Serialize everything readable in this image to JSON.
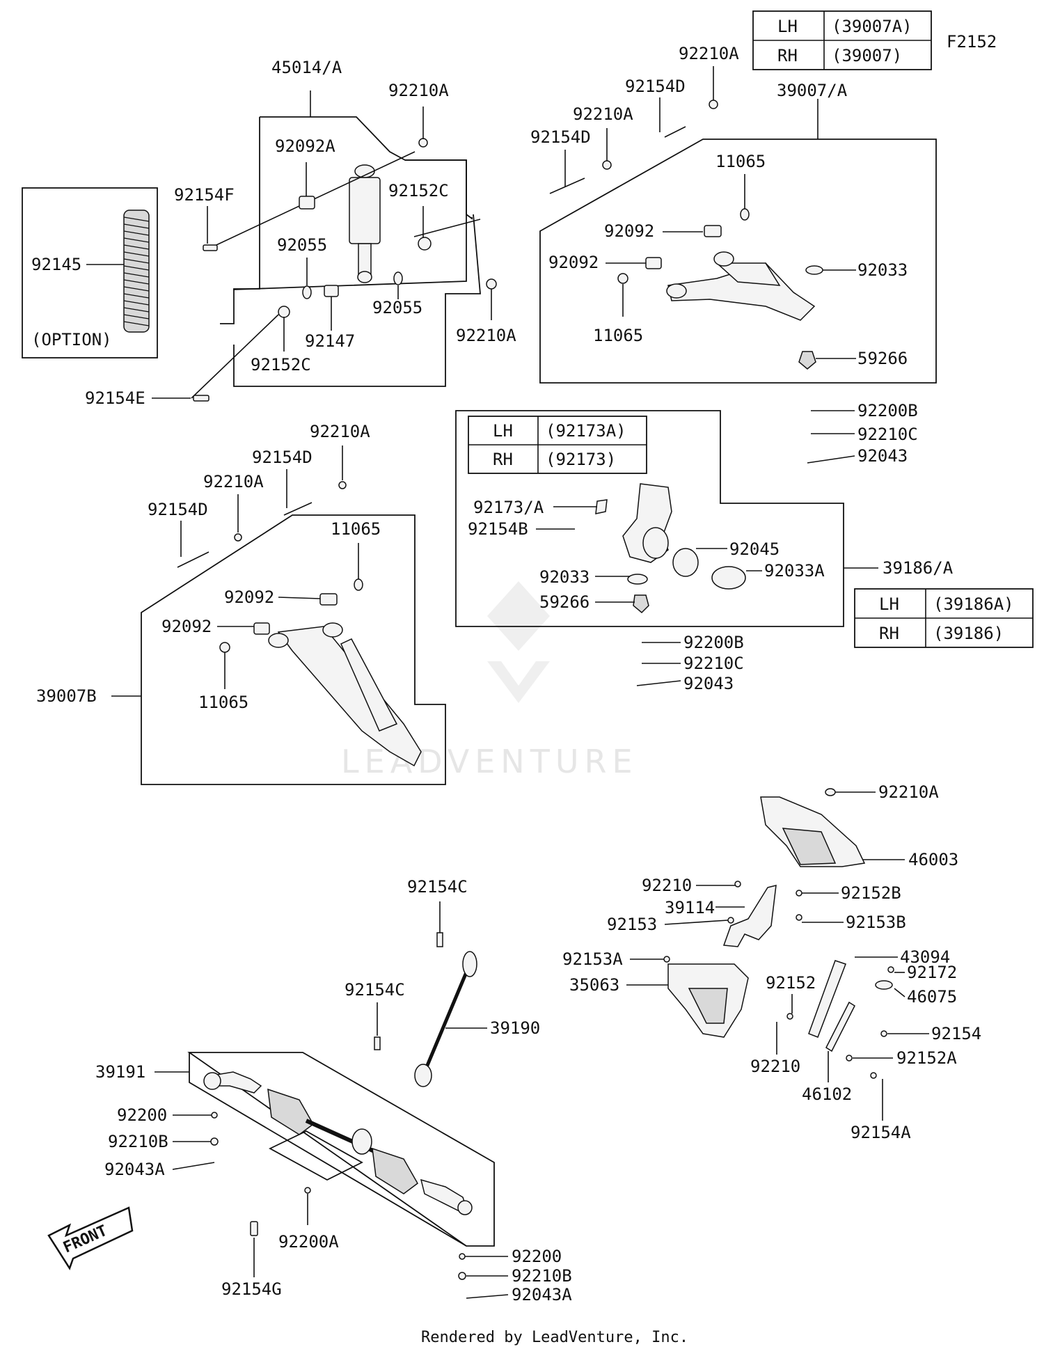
{
  "diagram_code": "F2152",
  "watermark": "LEADVENTURE",
  "footer": "Rendered by LeadVenture, Inc.",
  "front_label": "FRONT",
  "option_label": "(OPTION)",
  "tables": {
    "arm": {
      "lh_label": "LH",
      "lh_value": "(39007A)",
      "rh_label": "RH",
      "rh_value": "(39007)"
    },
    "knuckle_top": {
      "lh_label": "LH",
      "lh_value": "(92173A)",
      "rh_label": "RH",
      "rh_value": "(92173)"
    },
    "knuckle": {
      "lh_label": "LH",
      "lh_value": "(39186A)",
      "rh_label": "RH",
      "rh_value": "(39186)"
    }
  },
  "labels": [
    {
      "id": "l1",
      "text": "45014/A"
    },
    {
      "id": "l2",
      "text": "92210A"
    },
    {
      "id": "l3",
      "text": "92092A"
    },
    {
      "id": "l4",
      "text": "92154F"
    },
    {
      "id": "l5",
      "text": "92152C"
    },
    {
      "id": "l6",
      "text": "92055"
    },
    {
      "id": "l7",
      "text": "92055"
    },
    {
      "id": "l8",
      "text": "92147"
    },
    {
      "id": "l9",
      "text": "92152C"
    },
    {
      "id": "l10",
      "text": "92210A"
    },
    {
      "id": "l11",
      "text": "92154E"
    },
    {
      "id": "l12",
      "text": "92145"
    },
    {
      "id": "l13",
      "text": "92210A"
    },
    {
      "id": "l14",
      "text": "92154D"
    },
    {
      "id": "l15",
      "text": "92210A"
    },
    {
      "id": "l16",
      "text": "92154D"
    },
    {
      "id": "l17",
      "text": "39007/A"
    },
    {
      "id": "l18",
      "text": "11065"
    },
    {
      "id": "l19",
      "text": "92092"
    },
    {
      "id": "l20",
      "text": "92092"
    },
    {
      "id": "l21",
      "text": "92033"
    },
    {
      "id": "l22",
      "text": "11065"
    },
    {
      "id": "l23",
      "text": "59266"
    },
    {
      "id": "l24",
      "text": "92200B"
    },
    {
      "id": "l25",
      "text": "92210C"
    },
    {
      "id": "l26",
      "text": "92043"
    },
    {
      "id": "l27",
      "text": "92173/A"
    },
    {
      "id": "l28",
      "text": "92154B"
    },
    {
      "id": "l29",
      "text": "92045"
    },
    {
      "id": "l30",
      "text": "92033"
    },
    {
      "id": "l31",
      "text": "92033A"
    },
    {
      "id": "l32",
      "text": "59266"
    },
    {
      "id": "l33",
      "text": "39186/A"
    },
    {
      "id": "l34",
      "text": "92200B"
    },
    {
      "id": "l35",
      "text": "92210C"
    },
    {
      "id": "l36",
      "text": "92043"
    },
    {
      "id": "l37",
      "text": "92210A"
    },
    {
      "id": "l38",
      "text": "92154D"
    },
    {
      "id": "l39",
      "text": "92210A"
    },
    {
      "id": "l40",
      "text": "92154D"
    },
    {
      "id": "l41",
      "text": "11065"
    },
    {
      "id": "l42",
      "text": "92092"
    },
    {
      "id": "l43",
      "text": "92092"
    },
    {
      "id": "l44",
      "text": "11065"
    },
    {
      "id": "l45",
      "text": "39007B"
    },
    {
      "id": "l46",
      "text": "92210A"
    },
    {
      "id": "l47",
      "text": "46003"
    },
    {
      "id": "l48",
      "text": "92210"
    },
    {
      "id": "l49",
      "text": "39114"
    },
    {
      "id": "l50",
      "text": "92152B"
    },
    {
      "id": "l51",
      "text": "92153"
    },
    {
      "id": "l52",
      "text": "92153B"
    },
    {
      "id": "l53",
      "text": "92153A"
    },
    {
      "id": "l54",
      "text": "43094"
    },
    {
      "id": "l55",
      "text": "35063"
    },
    {
      "id": "l56",
      "text": "92152"
    },
    {
      "id": "l57",
      "text": "92172"
    },
    {
      "id": "l58",
      "text": "46075"
    },
    {
      "id": "l59",
      "text": "92154"
    },
    {
      "id": "l60",
      "text": "92210"
    },
    {
      "id": "l61",
      "text": "92152A"
    },
    {
      "id": "l62",
      "text": "46102"
    },
    {
      "id": "l63",
      "text": "92154A"
    },
    {
      "id": "l64",
      "text": "92154C"
    },
    {
      "id": "l65",
      "text": "92154C"
    },
    {
      "id": "l66",
      "text": "39190"
    },
    {
      "id": "l67",
      "text": "39191"
    },
    {
      "id": "l68",
      "text": "92200"
    },
    {
      "id": "l69",
      "text": "92210B"
    },
    {
      "id": "l70",
      "text": "92043A"
    },
    {
      "id": "l71",
      "text": "92200A"
    },
    {
      "id": "l72",
      "text": "92154G"
    },
    {
      "id": "l73",
      "text": "92200"
    },
    {
      "id": "l74",
      "text": "92210B"
    },
    {
      "id": "l75",
      "text": "92043A"
    }
  ]
}
